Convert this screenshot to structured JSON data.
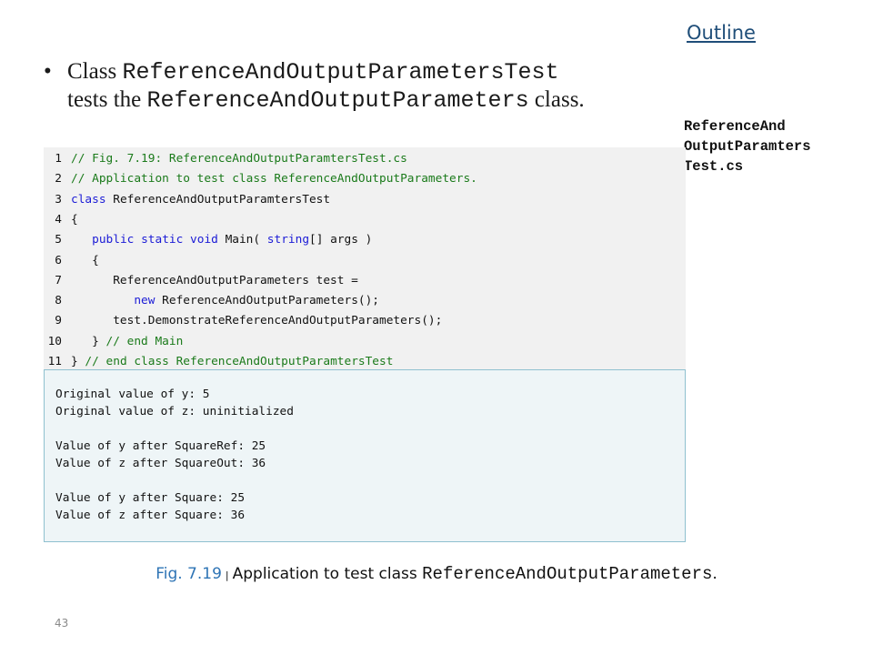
{
  "outline_label": "Outline",
  "bullet": {
    "symbol": "•",
    "prefix": "Class ",
    "class_name": "ReferenceAndOutputParametersTest",
    "middle": "tests the ",
    "tested_class": "ReferenceAndOutputParameters",
    "suffix": " class."
  },
  "side_filename": [
    "ReferenceAnd",
    "OutputParamters",
    "Test.cs"
  ],
  "code_lines": [
    {
      "num": "1",
      "text": "// Fig. 7.19: ReferenceAndOutputParamtersTest.cs"
    },
    {
      "num": "2",
      "text": "// Application to test class ReferenceAndOutputParameters."
    },
    {
      "num": "3",
      "text": "class ReferenceAndOutputParamtersTest"
    },
    {
      "num": "4",
      "text": "{"
    },
    {
      "num": "5",
      "text": "   public static void Main( string[] args )"
    },
    {
      "num": "6",
      "text": "   {"
    },
    {
      "num": "7",
      "text": "      ReferenceAndOutputParameters test ="
    },
    {
      "num": "8",
      "text": "         new ReferenceAndOutputParameters();"
    },
    {
      "num": "9",
      "text": "      test.DemonstrateReferenceAndOutputParameters();"
    },
    {
      "num": "10",
      "text": "   } // end Main"
    },
    {
      "num": "11",
      "text": "} // end class ReferenceAndOutputParamtersTest"
    }
  ],
  "output_lines": [
    "Original value of y: 5",
    "Original value of z: uninitialized",
    "",
    "Value of y after SquareRef: 25",
    "Value of z after SquareOut: 36",
    "",
    "Value of y after Square: 25",
    "Value of z after Square: 36"
  ],
  "caption": {
    "fig_label": "Fig. 7.19",
    "separator": "|",
    "text": "Application to test class ",
    "class_name": "ReferenceAndOutputParameters",
    "end": "."
  },
  "page_number": "43",
  "colors": {
    "keyword": "#1b1bd6",
    "comment": "#1a7a1a",
    "fig_label": "#2e74b5",
    "outline_link": "#1f4e79"
  }
}
